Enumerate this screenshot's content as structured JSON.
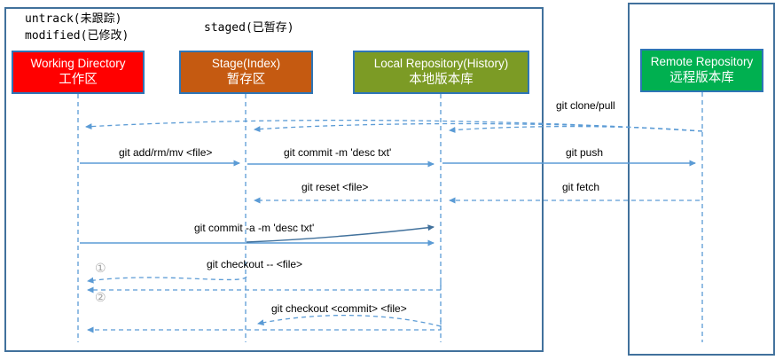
{
  "header_annotations": {
    "untracked": "untrack(未跟踪)",
    "modified": "modified(已修改)",
    "staged": "staged(已暂存)"
  },
  "columns": [
    {
      "title": "Working Directory",
      "subtitle": "工作区",
      "color": "#FF0000"
    },
    {
      "title": "Stage(Index)",
      "subtitle": "暂存区",
      "color": "#C55A11"
    },
    {
      "title": "Local Repository(History)",
      "subtitle": "本地版本库",
      "color": "#7C9B25"
    },
    {
      "title": "Remote Repository",
      "subtitle": "远程版本库",
      "color": "#00B050"
    }
  ],
  "arrow_labels": {
    "clone_pull": "git clone/pull",
    "add": "git add/rm/mv <file>",
    "commit": "git commit -m 'desc txt'",
    "push": "git push",
    "reset": "git reset <file>",
    "fetch": "git fetch",
    "commit_all": "git commit -a -m 'desc txt'",
    "checkout_file": "git checkout -- <file>",
    "checkout_commit": "git checkout <commit> <file>"
  },
  "step_markers": {
    "step1": "①",
    "step2": "②"
  },
  "colors": {
    "solid_arrow": "#5B9BD5",
    "dashed_arrow": "#5B9BD5",
    "slant_arrow": "#41719C",
    "container_border": "#41719C",
    "box_border": "#2E75B6"
  }
}
